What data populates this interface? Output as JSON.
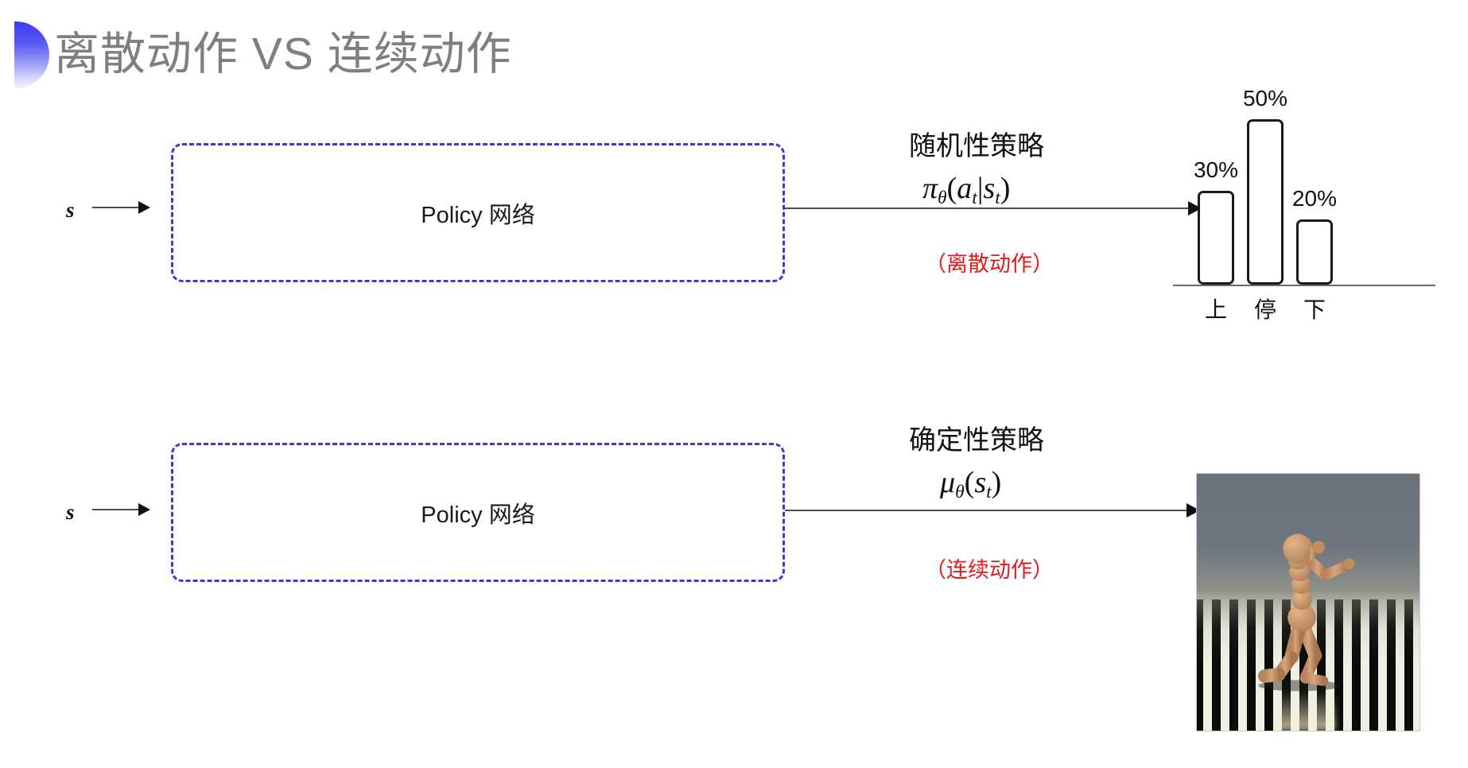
{
  "slide": {
    "title": "离散动作 VS 连续动作",
    "title_color": "#7f7f7f",
    "accent_color": "#3a3af2",
    "note_color": "#e01b1b",
    "box_border_color": "#3a3ad6"
  },
  "rows": [
    {
      "id": "discrete",
      "input_label": "s",
      "box_label": "Policy 网络",
      "policy_type": "随机性策略",
      "formula": {
        "func": "π",
        "theta": "θ",
        "open": "(",
        "arg1": "a",
        "sub1": "t",
        "bar": "|",
        "arg2": "s",
        "sub2": "t",
        "close": ")"
      },
      "action_note": "（离散动作）"
    },
    {
      "id": "continuous",
      "input_label": "s",
      "box_label": "Policy 网络",
      "policy_type": "确定性策略",
      "formula": {
        "func": "μ",
        "theta": "θ",
        "open": "(",
        "arg1": "s",
        "sub1": "t",
        "close": ")"
      },
      "action_note": "（连续动作）"
    }
  ],
  "chart_data": {
    "type": "bar",
    "title": "",
    "xlabel": "",
    "ylabel": "",
    "categories": [
      "上",
      "停",
      "下"
    ],
    "values": [
      30,
      50,
      20
    ],
    "value_labels": [
      "30%",
      "50%",
      "20%"
    ],
    "ylim": [
      0,
      60
    ],
    "grid": false,
    "legend": "none",
    "bar_style": "outline"
  },
  "sim_image": {
    "caption": "",
    "alt_name": "mujoco-humanoid-running-on-checkerboard-floor"
  }
}
